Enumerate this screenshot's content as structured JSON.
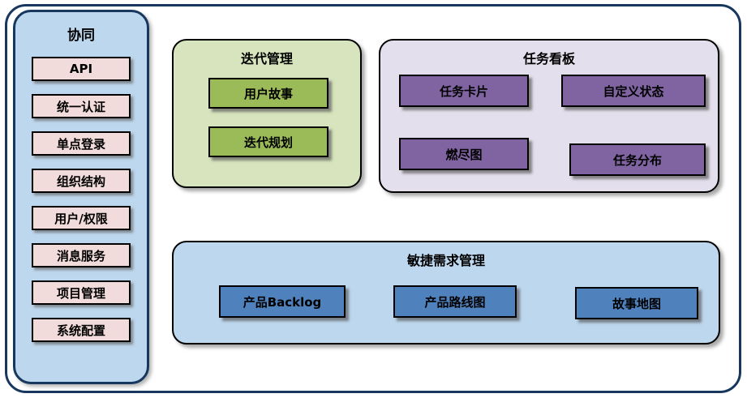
{
  "sidebar": {
    "title": "协同",
    "items": [
      {
        "label": "API"
      },
      {
        "label": "统一认证"
      },
      {
        "label": "单点登录"
      },
      {
        "label": "组织结构"
      },
      {
        "label": "用户/权限"
      },
      {
        "label": "消息服务"
      },
      {
        "label": "项目管理"
      },
      {
        "label": "系统配置"
      }
    ]
  },
  "iteration": {
    "title": "迭代管理",
    "items": [
      {
        "label": "用户故事"
      },
      {
        "label": "迭代规划"
      }
    ]
  },
  "taskboard": {
    "title": "任务看板",
    "items": [
      {
        "label": "任务卡片"
      },
      {
        "label": "自定义状态"
      },
      {
        "label": "燃尽图"
      },
      {
        "label": "任务分布"
      }
    ]
  },
  "requirements": {
    "title": "敏捷需求管理",
    "items": [
      {
        "label": "产品Backlog"
      },
      {
        "label": "产品路线图"
      },
      {
        "label": "故事地图"
      }
    ]
  },
  "colors": {
    "outer_border": "#17375E",
    "sidebar_fill": "#BDD7EE",
    "sidebar_item_fill": "#F2DCDB",
    "iteration_fill": "#D7E4BD",
    "iteration_item_fill": "#9BBB59",
    "taskboard_fill": "#E4DFEC",
    "taskboard_item_fill": "#8064A2",
    "requirements_fill": "#BDD7EE",
    "requirements_item_fill": "#4F81BD"
  }
}
